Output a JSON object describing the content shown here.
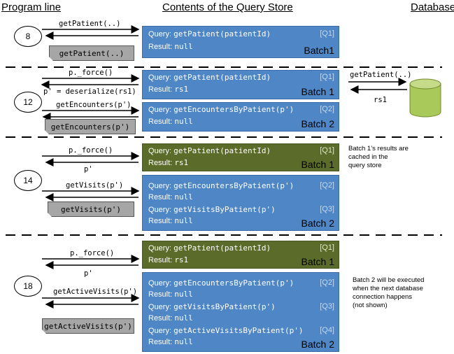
{
  "headers": {
    "program_line": "Program line",
    "query_store": "Contents of the Query Store",
    "database": "Database"
  },
  "sections": [
    {
      "line": "8",
      "call_label": "getPatient(..)",
      "return_label": "getPatient(..)",
      "boxes": [
        {
          "query_prefix": "Query:",
          "query": "getPatient(patientId)",
          "id": "[Q1]",
          "result_prefix": "Result:",
          "result": "null",
          "batch": "Batch1"
        }
      ]
    },
    {
      "line": "12",
      "force_label": "p._force()",
      "deserialize_label": "p' = deserialize(rs1)",
      "call_label": "getEncounters(p')",
      "return_label": "getEncounters(p')",
      "db_send_label": "getPatient(..)",
      "db_return_label": "rs1",
      "boxes": [
        {
          "query_prefix": "Query:",
          "query": "getPatient(patientId)",
          "id": "[Q1]",
          "result_prefix": "Result:",
          "result": "rs1",
          "batch": "Batch 1"
        },
        {
          "query_prefix": "Query:",
          "query": "getEncountersByPatient(p')",
          "id": "[Q2]",
          "result_prefix": "Result:",
          "result": "null",
          "batch": "Batch 2"
        }
      ]
    },
    {
      "line": "14",
      "force_label": "p._force()",
      "p_label": "p'",
      "call_label": "getVisits(p')",
      "return_label": "getVisits(p')",
      "note": [
        "Batch 1’s results are",
        "cached in the",
        "query store"
      ],
      "boxes": [
        {
          "query_prefix": "Query:",
          "query": "getPatient(patientId)",
          "id": "[Q1]",
          "result_prefix": "Result:",
          "result": "rs1",
          "batch": "Batch 1"
        },
        {
          "rows": [
            {
              "query_prefix": "Query:",
              "query": "getEncountersByPatient(p')",
              "id": "[Q2]",
              "result_prefix": "Result:",
              "result": "null"
            },
            {
              "query_prefix": "Query:",
              "query": "getVisitsByPatient(p')",
              "id": "[Q3]",
              "result_prefix": "Result:",
              "result": "null"
            }
          ],
          "batch": "Batch 2"
        }
      ]
    },
    {
      "line": "18",
      "force_label": "p._force()",
      "p_label": "p'",
      "call_label": "getActiveVisits(p')",
      "return_label": "getActiveVisits(p')",
      "note": [
        "Batch 2 will be executed",
        "when the next database",
        "connection happens",
        "(not shown)"
      ],
      "boxes": [
        {
          "query_prefix": "Query:",
          "query": "getPatient(patientId)",
          "id": "[Q1]",
          "result_prefix": "Result:",
          "result": "rs1",
          "batch": "Batch 1"
        },
        {
          "rows": [
            {
              "query_prefix": "Query:",
              "query": "getEncountersByPatient(p')",
              "id": "[Q2]",
              "result_prefix": "Result:",
              "result": "null"
            },
            {
              "query_prefix": "Query:",
              "query": "getVisitsByPatient(p')",
              "id": "[Q3]",
              "result_prefix": "Result:",
              "result": "null"
            },
            {
              "query_prefix": "Query:",
              "query": "getActiveVisitsByPatient(p')",
              "id": "[Q4]",
              "result_prefix": "Result:",
              "result": "null"
            }
          ],
          "batch": "Batch 2"
        }
      ]
    }
  ],
  "colors": {
    "query_box": "#4f86c6",
    "cached_box": "#5b6c2a",
    "return_tag": "#a6a6a6",
    "database": "#a9c95a"
  }
}
